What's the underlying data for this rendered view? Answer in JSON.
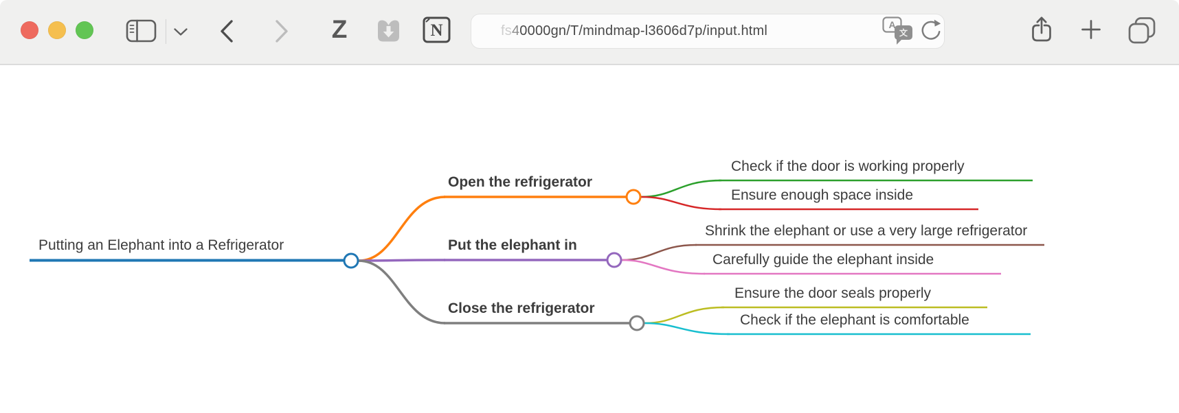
{
  "browser": {
    "traffic_lights": {
      "close_color": "#ee6a5e",
      "minimize_color": "#f5bf4f",
      "zoom_color": "#62c554"
    },
    "extensions": {
      "zotero_glyph": "Z",
      "notion_glyph": "N"
    },
    "address_bar": {
      "url_faded": "fs",
      "url_mid": "4",
      "url_main": "0000gn/T/mindmap-l3606d7p/input.html",
      "translate_a": "A",
      "translate_zh": "文"
    }
  },
  "mindmap": {
    "root": {
      "label": "Putting an Elephant into a Refrigerator",
      "color": "#1f77b4"
    },
    "branches": [
      {
        "label": "Open the refrigerator",
        "color": "#ff7f0e",
        "children": [
          {
            "label": "Check if the door is working properly",
            "color": "#2ca02c"
          },
          {
            "label": "Ensure enough space inside",
            "color": "#d62728"
          }
        ]
      },
      {
        "label": "Put the elephant in",
        "color": "#9467bd",
        "children": [
          {
            "label": "Shrink the elephant or use a very large refrigerator",
            "color": "#8c564b"
          },
          {
            "label": "Carefully guide the elephant inside",
            "color": "#e377c2"
          }
        ]
      },
      {
        "label": "Close the refrigerator",
        "color": "#7f7f7f",
        "children": [
          {
            "label": "Ensure the door seals properly",
            "color": "#bcbd22"
          },
          {
            "label": "Check if the elephant is comfortable",
            "color": "#17becf"
          }
        ]
      }
    ]
  }
}
